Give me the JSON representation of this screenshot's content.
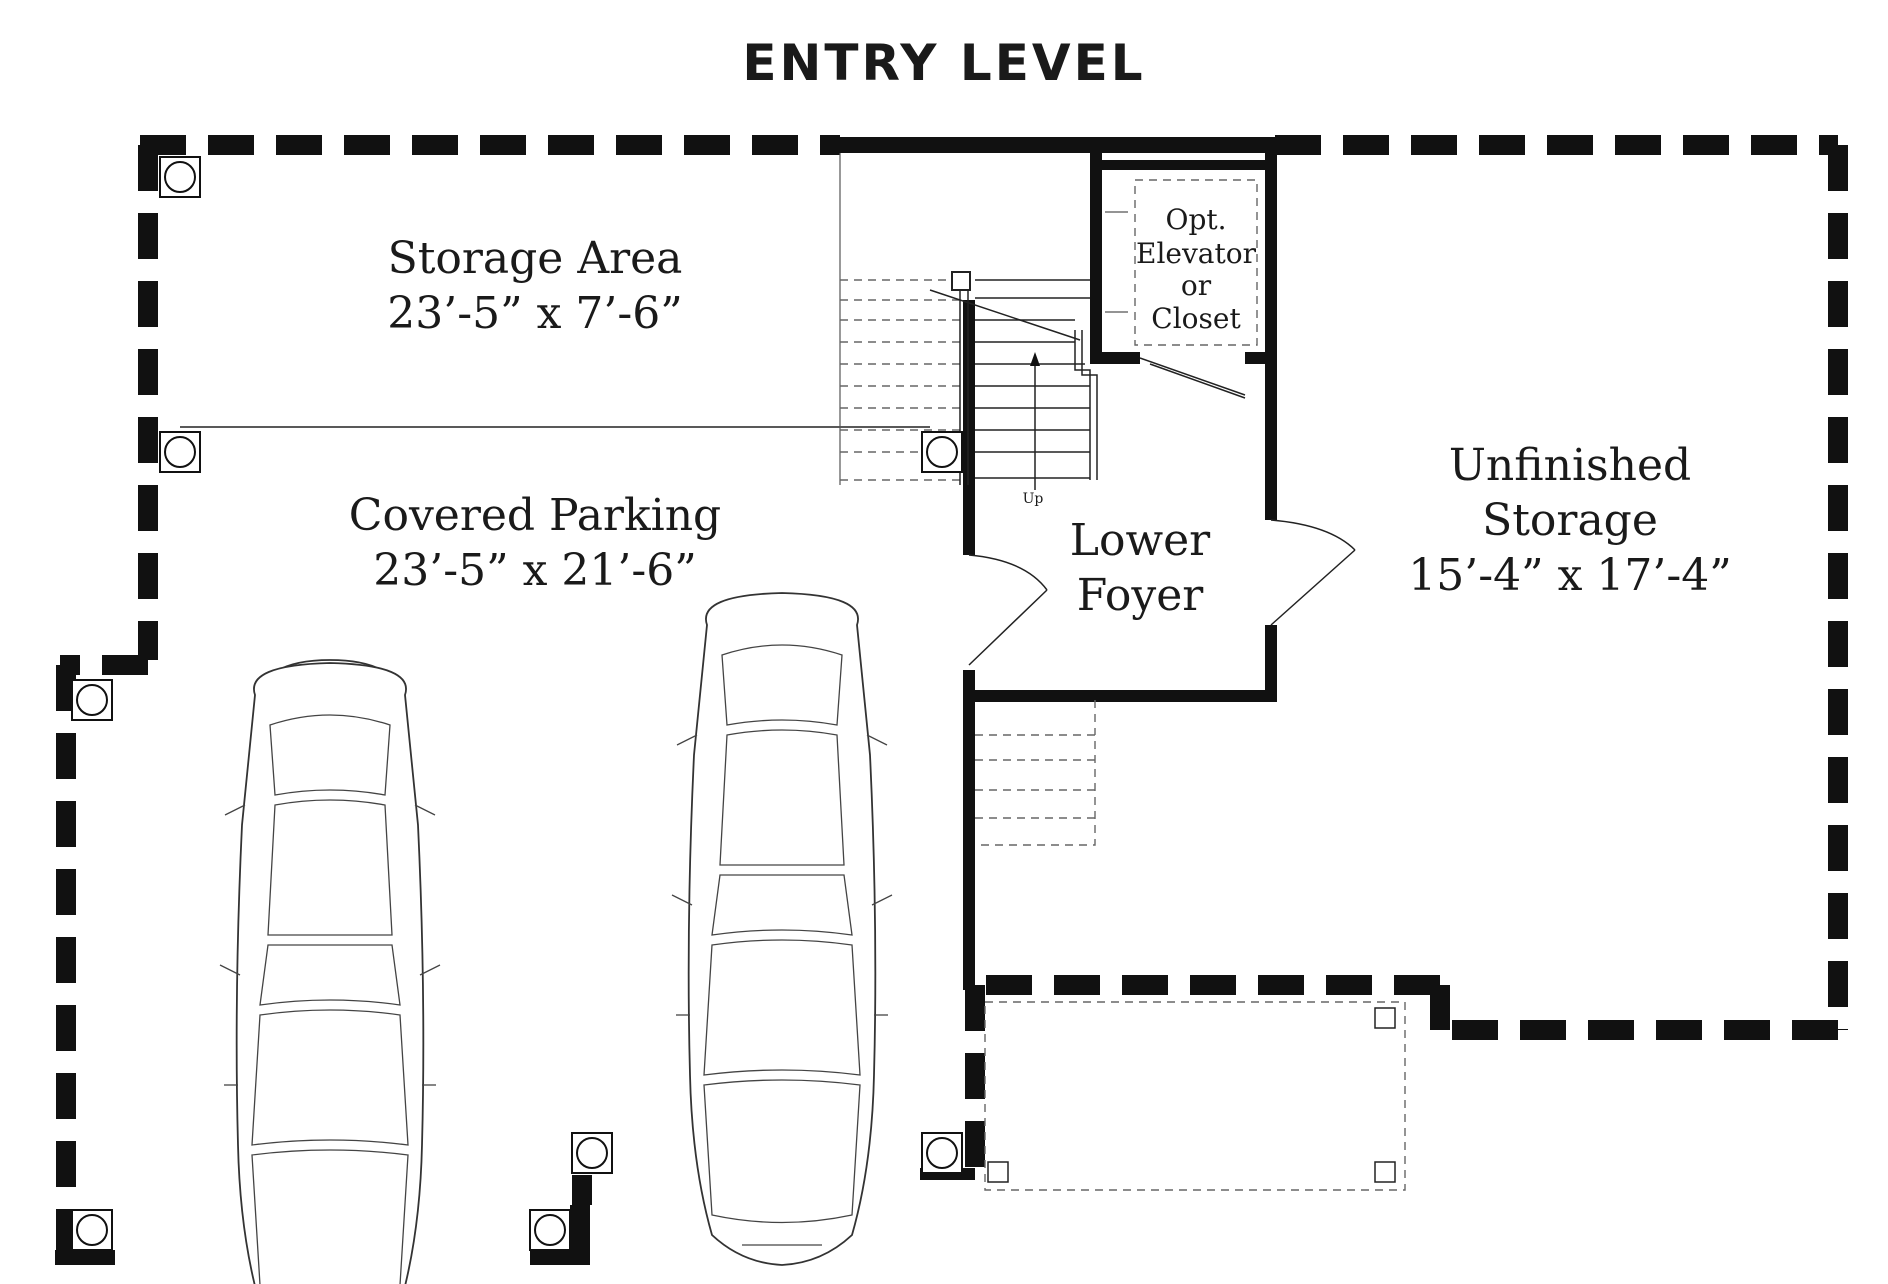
{
  "title": "ENTRY LEVEL",
  "rooms": {
    "storage_area": {
      "name": "Storage Area",
      "size": "23’-5” x 7’-6”"
    },
    "covered_parking": {
      "name": "Covered Parking",
      "size": "23’-5” x 21’-6”"
    },
    "lower_foyer": {
      "name_line1": "Lower",
      "name_line2": "Foyer"
    },
    "unfinished_storage": {
      "name_line1": "Unfinished",
      "name_line2": "Storage",
      "size": "15’-4” x 17’-4”"
    },
    "elevator": {
      "line1": "Opt.",
      "line2": "Elevator",
      "line3": "or",
      "line4": "Closet"
    }
  },
  "stairs": {
    "up_label": "Up"
  },
  "colors": {
    "wall": "#111111",
    "background": "#ffffff"
  }
}
